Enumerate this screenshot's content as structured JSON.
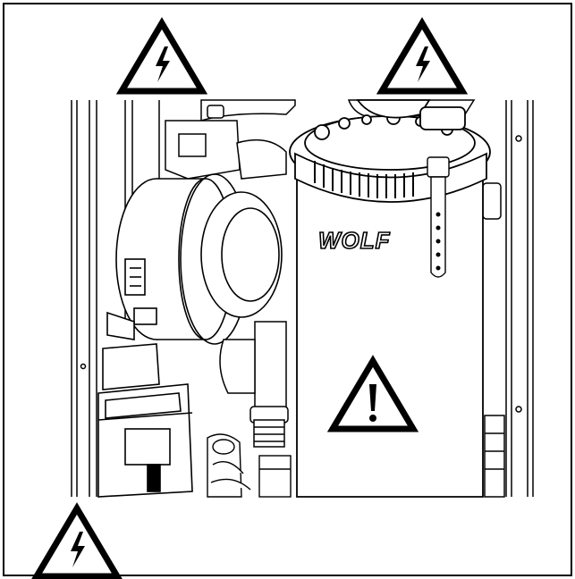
{
  "diagram": {
    "logo": {
      "text": "WOLF"
    },
    "warning_symbols": [
      {
        "kind": "electrical-hazard",
        "location": "top-left"
      },
      {
        "kind": "electrical-hazard",
        "location": "top-right"
      },
      {
        "kind": "general-caution",
        "location": "center-right"
      },
      {
        "kind": "electrical-hazard",
        "location": "bottom-left"
      }
    ],
    "colors": {
      "stroke": "#000000",
      "background": "#ffffff",
      "panel": "#f4f4f4"
    }
  }
}
